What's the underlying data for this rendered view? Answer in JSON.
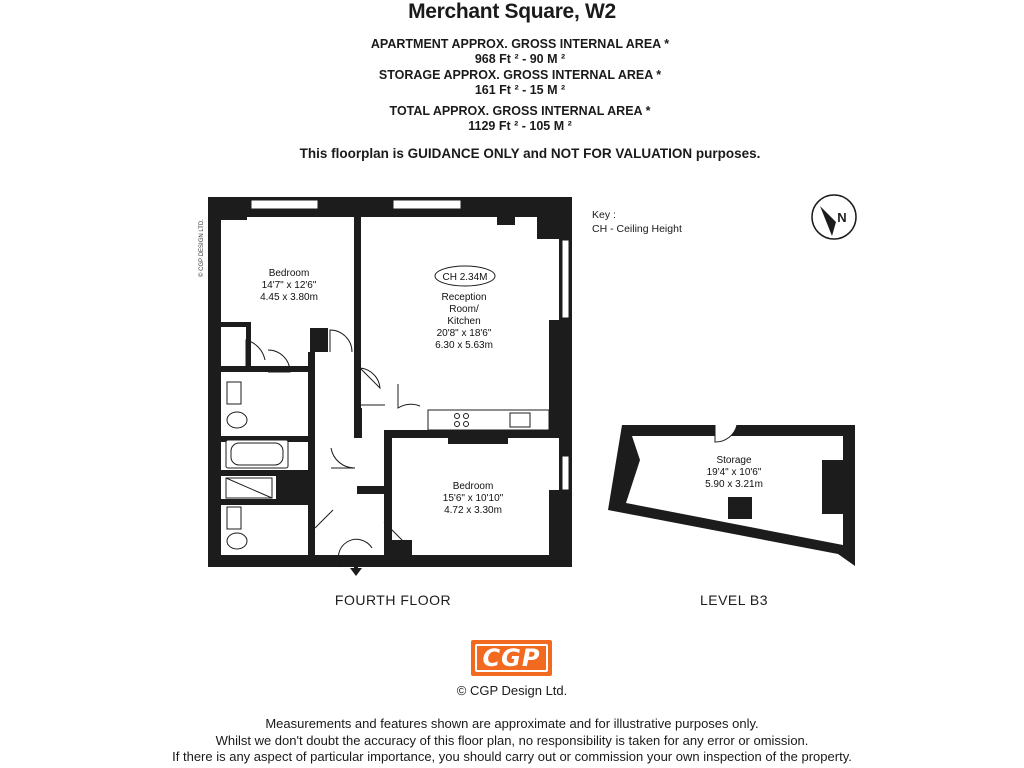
{
  "header": {
    "title": "Merchant Square, W2",
    "apartment_area_label": "APARTMENT APPROX. GROSS INTERNAL  AREA *",
    "apartment_area_value": "968 Ft ² - 90 M ²",
    "storage_area_label": "STORAGE APPROX. GROSS INTERNAL  AREA *",
    "storage_area_value": "161 Ft ² - 15 M ²",
    "total_area_label": "TOTAL APPROX. GROSS INTERNAL  AREA *",
    "total_area_value": "1129 Ft ² - 105 M ²",
    "guidance": "This floorplan is GUIDANCE ONLY and NOT FOR VALUATION purposes."
  },
  "plan": {
    "side_copyright": "© CGP DESIGN LTD.",
    "ceiling_badge": "CH 2.34M",
    "rooms": {
      "bedroom1": {
        "name": "Bedroom",
        "imperial": "14'7\" x 12'6\"",
        "metric": "4.45 x 3.80m"
      },
      "reception": {
        "name_line1": "Reception",
        "name_line2": "Room/",
        "name_line3": "Kitchen",
        "imperial": "20'8\" x 18'6\"",
        "metric": "6.30 x 5.63m"
      },
      "bedroom2": {
        "name": "Bedroom",
        "imperial": "15'6\" x 10'10\"",
        "metric": "4.72 x 3.30m"
      },
      "storage": {
        "name": "Storage",
        "imperial": "19'4\" x 10'6\"",
        "metric": "5.90 x 3.21m"
      }
    },
    "floor_label": "FOURTH FLOOR",
    "level_label": "LEVEL B3",
    "compass_letter": "N"
  },
  "key": {
    "title": "Key :",
    "entry": "CH - Ceiling Height"
  },
  "footer": {
    "logo_text": "CGP",
    "copyright": "© CGP Design Ltd.",
    "disclaimer_line1": "Measurements and features shown are approximate and for illustrative purposes only.",
    "disclaimer_line2": "Whilst we don't doubt the accuracy of this floor plan, no responsibility is taken for any error or omission.",
    "disclaimer_line3": "If there is any aspect of particular importance, you should carry out or commission your own inspection of the property."
  },
  "colors": {
    "wall": "#1c1c1c",
    "logo_orange": "#f26a1f"
  }
}
